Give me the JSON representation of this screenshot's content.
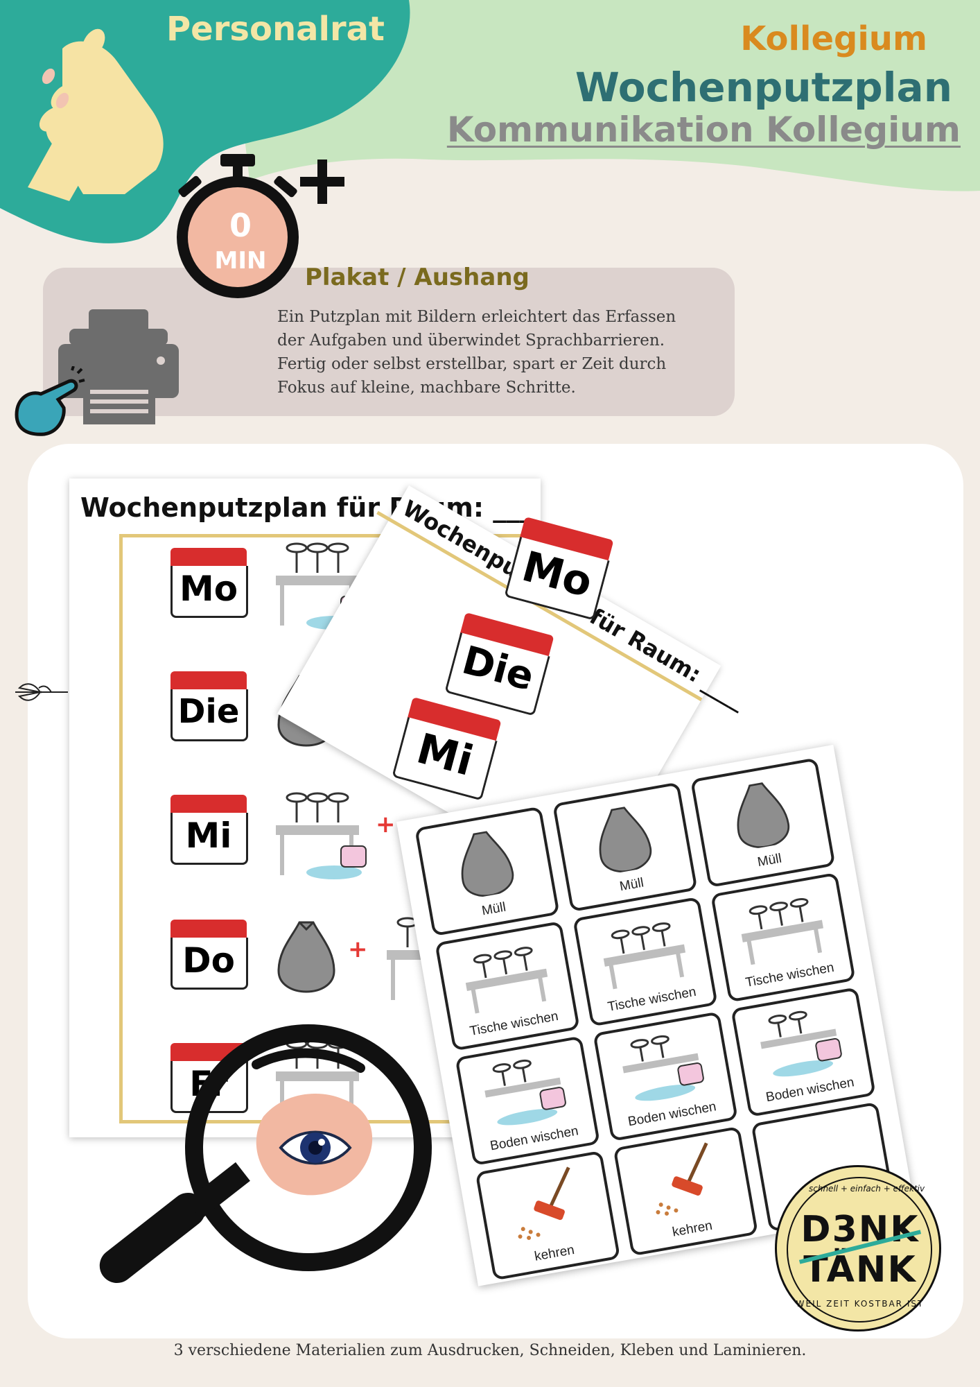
{
  "header": {
    "category": "Personalrat",
    "audience": "Kollegium",
    "title": "Wochenputzplan",
    "subtitle_link": "Kommunikation Kollegium"
  },
  "timer": {
    "value": "0",
    "unit": "MIN"
  },
  "info": {
    "heading": "Plakat / Aushang",
    "lines": [
      "Ein Putzplan mit Bildern erleichtert das Erfassen",
      "der Aufgaben und überwindet Sprachbarrieren.",
      "Fertig oder selbst erstellbar, spart er Zeit durch",
      "Fokus auf kleine, machbare Schritte."
    ]
  },
  "sheet1": {
    "title": "Wochenputzplan für Raum: ___",
    "days": [
      "Mo",
      "Die",
      "Mi",
      "Do",
      "Fr"
    ]
  },
  "sheet2": {
    "title": "Wochenputzplan für Raum: ____",
    "days": [
      "Mo",
      "Die",
      "Mi"
    ]
  },
  "cards": {
    "rows": [
      [
        "Müll",
        "Müll",
        "Müll"
      ],
      [
        "Tische wischen",
        "Tische wischen",
        "Tische wischen"
      ],
      [
        "Boden wischen",
        "Boden wischen",
        "Boden wischen"
      ],
      [
        "kehren",
        "kehren",
        ""
      ]
    ]
  },
  "logo": {
    "top_text": "schnell + einfach + effektiv",
    "word1": "D3NK",
    "word2": "TÄNK",
    "bottom_text": "WEIL ZEIT KOSTBAR IST"
  },
  "footer": "3 verschiedene Materialien zum Ausdrucken, Schneiden, Kleben und Laminieren.",
  "colors": {
    "teal": "#2dab9a",
    "mint": "#c8e6c0",
    "orange_text": "#d98a1f",
    "teal_text": "#2e6f73",
    "olive_text": "#7a6a1e",
    "peach": "#f2b8a2",
    "gray_box": "#ddd2cf"
  }
}
